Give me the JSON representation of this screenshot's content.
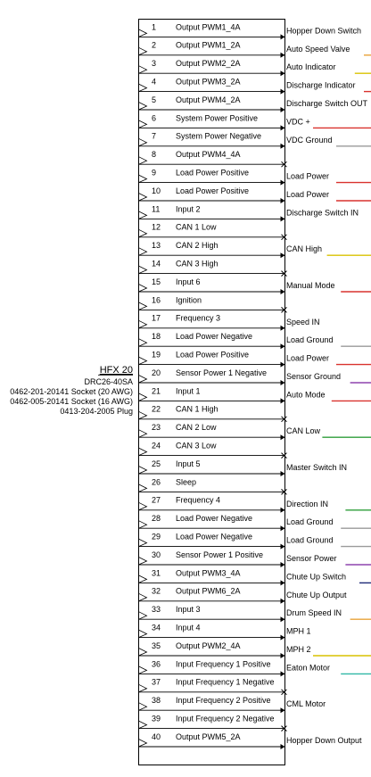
{
  "connector": {
    "name": "HFX 20",
    "lines": [
      "DRC26-40SA",
      "0462-201-20141 Socket (20 AWG)",
      "0462-005-20141 Socket (16 AWG)",
      "0413-204-2005 Plug"
    ]
  },
  "colors": {
    "line": "#000000",
    "orange": "#E8A33A",
    "yellow": "#D9C200",
    "red": "#D9322E",
    "gray": "#9A9A9A",
    "green": "#2E9E3A",
    "purple": "#8E44AD",
    "blue": "#2B5FB8",
    "teal": "#2FB7A6",
    "navy": "#1F2A78"
  },
  "pins": [
    {
      "pin": "1",
      "function": "Output PWM1_4A",
      "wire": "Hopper Down Switch",
      "color": "",
      "end": "arrow"
    },
    {
      "pin": "2",
      "function": "Output PWM1_2A",
      "wire": "Auto Speed Valve",
      "color": "orange",
      "end": "arrow"
    },
    {
      "pin": "3",
      "function": "Output PWM2_2A",
      "wire": "Auto Indicator",
      "color": "yellow",
      "end": "arrow"
    },
    {
      "pin": "4",
      "function": "Output PWM3_2A",
      "wire": "Discharge Indicator",
      "color": "red",
      "end": "arrow"
    },
    {
      "pin": "5",
      "function": "Output PWM4_2A",
      "wire": "Discharge Switch OUT",
      "color": "",
      "end": "arrow"
    },
    {
      "pin": "6",
      "function": "System Power Positive",
      "wire": "VDC +",
      "color": "red",
      "end": "arrow"
    },
    {
      "pin": "7",
      "function": "System Power Negative",
      "wire": "VDC Ground",
      "color": "gray",
      "end": "arrow"
    },
    {
      "pin": "8",
      "function": "Output PWM4_4A",
      "wire": "",
      "color": "",
      "end": "cross"
    },
    {
      "pin": "9",
      "function": "Load Power Positive",
      "wire": "Load Power",
      "color": "red",
      "end": "arrow"
    },
    {
      "pin": "10",
      "function": "Load Power Positive",
      "wire": "Load Power",
      "color": "red",
      "end": "arrow"
    },
    {
      "pin": "11",
      "function": "Input 2",
      "wire": "Discharge Switch IN",
      "color": "",
      "end": "arrow"
    },
    {
      "pin": "12",
      "function": "CAN 1 Low",
      "wire": "",
      "color": "",
      "end": "cross"
    },
    {
      "pin": "13",
      "function": "CAN 2 High",
      "wire": "CAN High",
      "color": "yellow",
      "end": "arrow"
    },
    {
      "pin": "14",
      "function": "CAN 3 High",
      "wire": "",
      "color": "",
      "end": "cross"
    },
    {
      "pin": "15",
      "function": "Input 6",
      "wire": "Manual Mode",
      "color": "red",
      "end": "arrow"
    },
    {
      "pin": "16",
      "function": "Ignition",
      "wire": "",
      "color": "",
      "end": "cross"
    },
    {
      "pin": "17",
      "function": "Frequency 3",
      "wire": "Speed IN",
      "color": "",
      "end": "arrow"
    },
    {
      "pin": "18",
      "function": "Load Power Negative",
      "wire": "Load Ground",
      "color": "gray",
      "end": "arrow"
    },
    {
      "pin": "19",
      "function": "Load Power Positive",
      "wire": "Load Power",
      "color": "red",
      "end": "arrow"
    },
    {
      "pin": "20",
      "function": "Sensor Power 1 Negative",
      "wire": "Sensor Ground",
      "color": "purple",
      "end": "arrow"
    },
    {
      "pin": "21",
      "function": "Input 1",
      "wire": "Auto Mode",
      "color": "red",
      "end": "arrow"
    },
    {
      "pin": "22",
      "function": "CAN 1 High",
      "wire": "",
      "color": "",
      "end": "cross"
    },
    {
      "pin": "23",
      "function": "CAN 2 Low",
      "wire": "CAN Low",
      "color": "green",
      "end": "arrow"
    },
    {
      "pin": "24",
      "function": "CAN 3 Low",
      "wire": "",
      "color": "",
      "end": "cross"
    },
    {
      "pin": "25",
      "function": "Input 5",
      "wire": "Master Switch IN",
      "color": "",
      "end": "arrow"
    },
    {
      "pin": "26",
      "function": "Sleep",
      "wire": "",
      "color": "",
      "end": "cross"
    },
    {
      "pin": "27",
      "function": "Frequency 4",
      "wire": "Direction IN",
      "color": "green",
      "end": "arrow"
    },
    {
      "pin": "28",
      "function": "Load Power Negative",
      "wire": "Load Ground",
      "color": "gray",
      "end": "arrow"
    },
    {
      "pin": "29",
      "function": "Load Power Negative",
      "wire": "Load Ground",
      "color": "gray",
      "end": "arrow"
    },
    {
      "pin": "30",
      "function": "Sensor Power 1 Positive",
      "wire": "Sensor Power",
      "color": "purple",
      "end": "arrow"
    },
    {
      "pin": "31",
      "function": "Output PWM3_4A",
      "wire": "Chute Up Switch",
      "color": "navy",
      "end": "arrow"
    },
    {
      "pin": "32",
      "function": "Output PWM6_2A",
      "wire": "Chute Up Output",
      "color": "",
      "end": "arrow"
    },
    {
      "pin": "33",
      "function": "Input 3",
      "wire": "Drum Speed IN",
      "color": "orange",
      "end": "arrow"
    },
    {
      "pin": "34",
      "function": "Input 4",
      "wire": "MPH 1",
      "color": "",
      "end": "arrow"
    },
    {
      "pin": "35",
      "function": "Output PWM2_4A",
      "wire": "MPH 2",
      "color": "yellow",
      "end": "arrow"
    },
    {
      "pin": "36",
      "function": "Input Frequency 1 Positive",
      "wire": "Eaton Motor",
      "color": "teal",
      "end": "arrow"
    },
    {
      "pin": "37",
      "function": "Input Frequency 1 Negative",
      "wire": "",
      "color": "",
      "end": "cross"
    },
    {
      "pin": "38",
      "function": "Input Frequency 2 Positive",
      "wire": "CML Motor",
      "color": "",
      "end": "arrow"
    },
    {
      "pin": "39",
      "function": "Input Frequency 2 Negative",
      "wire": "",
      "color": "",
      "end": "cross"
    },
    {
      "pin": "40",
      "function": "Output PWM5_2A",
      "wire": "Hopper Down Output",
      "color": "",
      "end": "arrow"
    }
  ]
}
